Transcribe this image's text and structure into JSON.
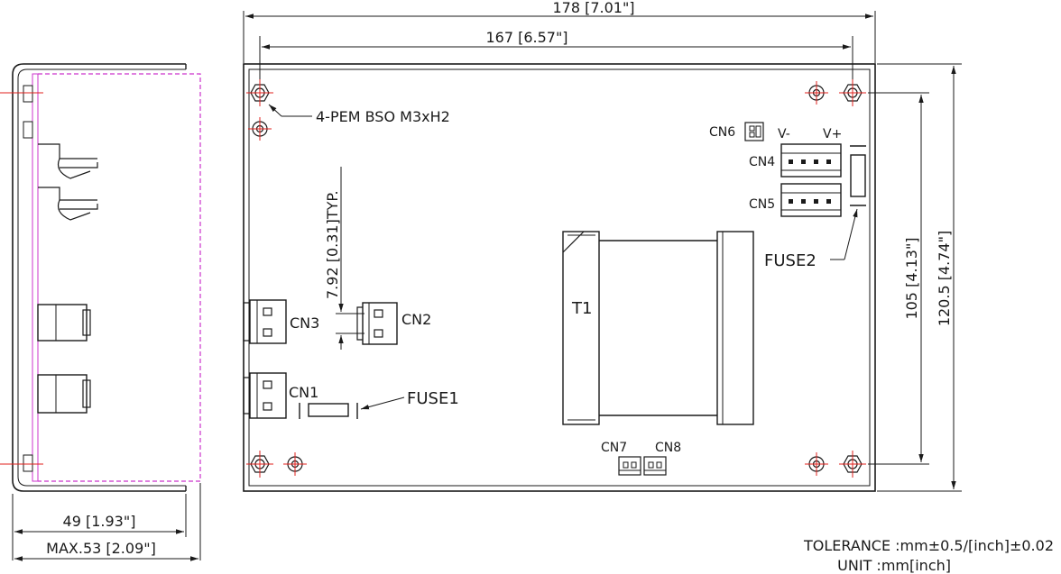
{
  "dimensions": {
    "overall_width": "178 [7.01\"]",
    "mount_width": "167 [6.57\"]",
    "mount_height": "105 [4.13\"]",
    "overall_height": "120.5 [4.74\"]",
    "side_depth": "49 [1.93\"]",
    "side_max": "MAX.53 [2.09\"]",
    "typ_spacing": "7.92 [0.31]TYP."
  },
  "labels": {
    "pem": "4-PEM BSO M3xH2",
    "cn1": "CN1",
    "cn2": "CN2",
    "cn3": "CN3",
    "cn4": "CN4",
    "cn5": "CN5",
    "cn6": "CN6",
    "cn7": "CN7",
    "cn8": "CN8",
    "t1": "T1",
    "fuse1": "FUSE1",
    "fuse2": "FUSE2",
    "vminus": "V-",
    "vplus": "V+"
  },
  "notes": {
    "tolerance": "TOLERANCE :mm±0.5/[inch]±0.02",
    "unit": "UNIT :mm[inch]"
  },
  "colors": {
    "line": "#1a1a1a",
    "center_mark": "#e0201c",
    "side_outline": "#cc33cc"
  }
}
